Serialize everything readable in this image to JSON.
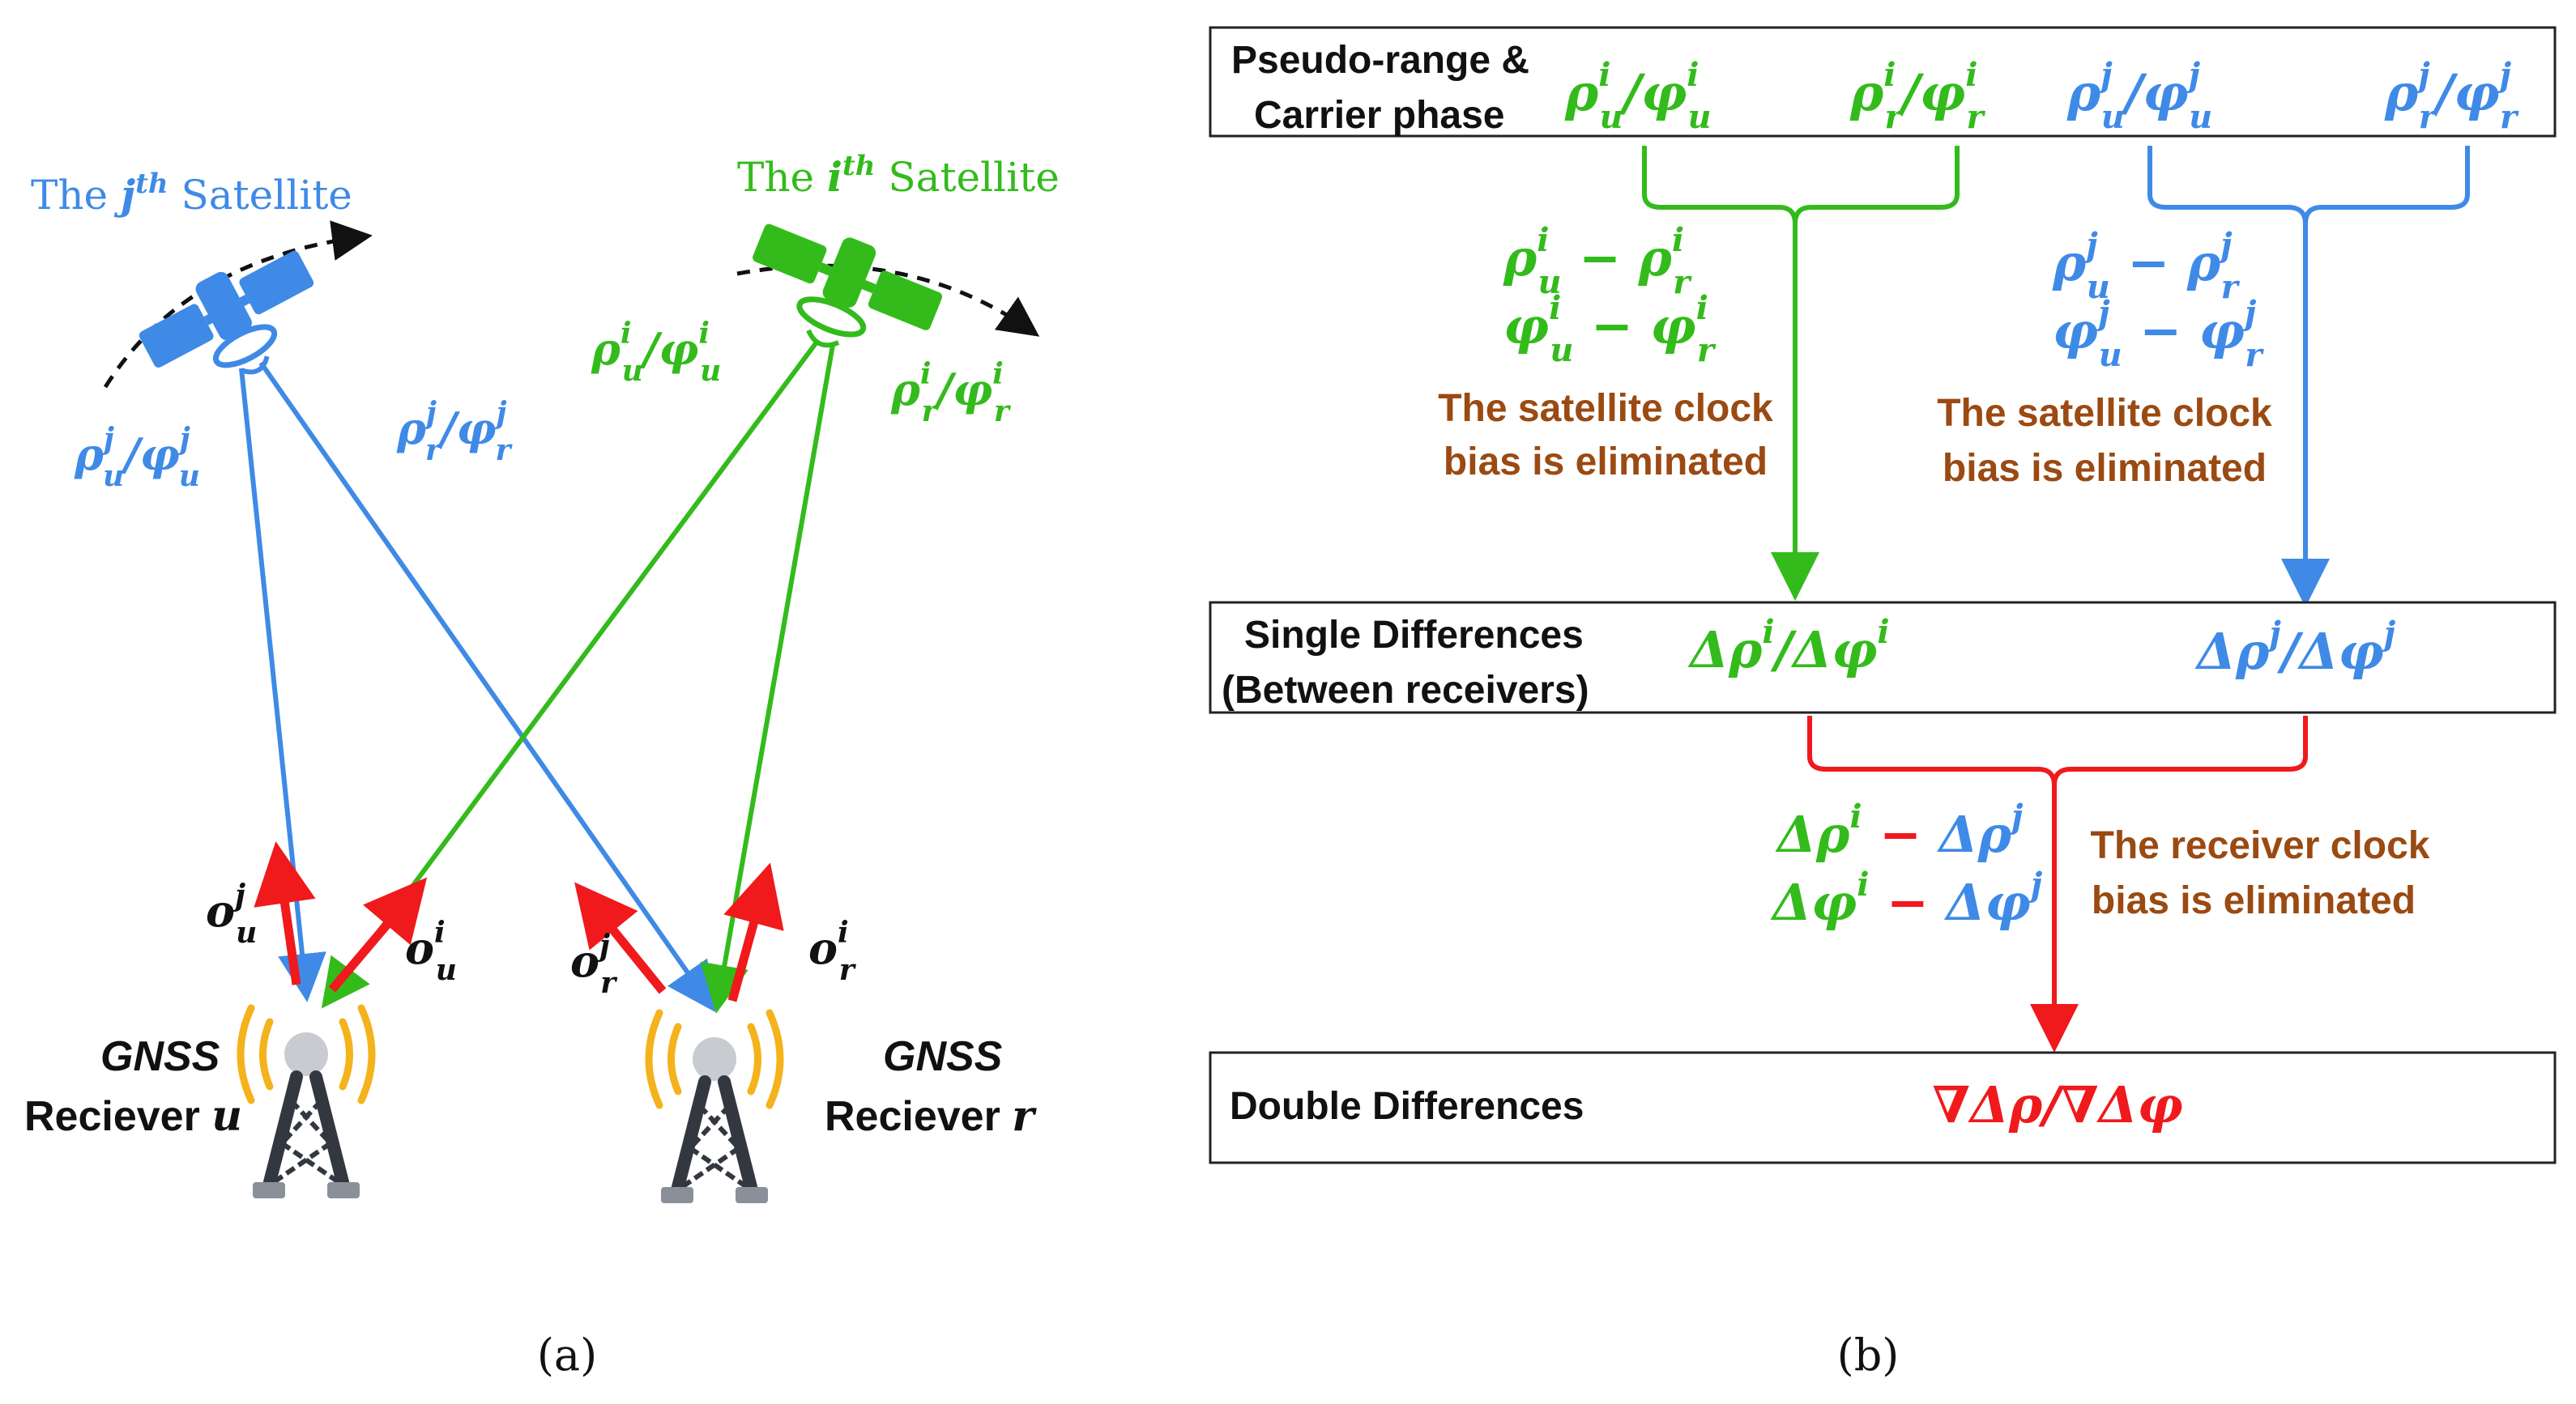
{
  "colors": {
    "blue": "#3f8ae6",
    "green": "#33bb1c",
    "red": "#f0191c",
    "brown": "#9a4a12",
    "black": "#111111",
    "antenna_wave": "#f4b21c",
    "tower": "#333740",
    "tower_base": "#8a9099"
  },
  "panel_a": {
    "caption": "(a)",
    "satellite_j": {
      "prefix": "The ",
      "sym": "j",
      "sup": "th",
      "suffix": " Satellite"
    },
    "satellite_i": {
      "prefix": "The ",
      "sym": "i",
      "sup": "th",
      "suffix": " Satellite"
    },
    "links": {
      "ju": {
        "a": "ρ",
        "b": "φ",
        "sup": "j",
        "sub": "u"
      },
      "jr": {
        "a": "ρ",
        "b": "φ",
        "sup": "j",
        "sub": "r"
      },
      "iu": {
        "a": "ρ",
        "b": "φ",
        "sup": "i",
        "sub": "u"
      },
      "ir": {
        "a": "ρ",
        "b": "φ",
        "sup": "i",
        "sub": "r"
      }
    },
    "orientations": {
      "oju": {
        "base": "o",
        "sup": "j",
        "sub": "u"
      },
      "oiu": {
        "base": "o",
        "sup": "i",
        "sub": "u"
      },
      "ojr": {
        "base": "o",
        "sup": "j",
        "sub": "r"
      },
      "oir": {
        "base": "o",
        "sup": "i",
        "sub": "r"
      }
    },
    "receiver_u": {
      "line1": "GNSS",
      "line2": "Reciever ",
      "sym": "u"
    },
    "receiver_r": {
      "line1": "GNSS",
      "line2": "Reciever ",
      "sym": "r"
    },
    "icons": [
      "satellite-icon",
      "receiver-tower-icon",
      "signal-wave-icon"
    ]
  },
  "panel_b": {
    "caption": "(b)",
    "box1": {
      "label_line1": "Pseudo-range &",
      "label_line2": "Carrier phase",
      "terms": [
        {
          "a": "ρ",
          "b": "φ",
          "sup": "i",
          "sub": "u"
        },
        {
          "a": "ρ",
          "b": "φ",
          "sup": "i",
          "sub": "r"
        },
        {
          "a": "ρ",
          "b": "φ",
          "sup": "j",
          "sub": "u"
        },
        {
          "a": "ρ",
          "b": "φ",
          "sup": "j",
          "sub": "r"
        }
      ]
    },
    "green_diff": {
      "row1": {
        "a": "ρ",
        "sup": "i",
        "sub1": "u",
        "sub2": "r"
      },
      "row2": {
        "a": "φ",
        "sup": "i",
        "sub1": "u",
        "sub2": "r"
      },
      "note_line1": "The satellite clock",
      "note_line2": "bias is eliminated"
    },
    "blue_diff": {
      "row1": {
        "a": "ρ",
        "sup": "j",
        "sub1": "u",
        "sub2": "r"
      },
      "row2": {
        "a": "φ",
        "sup": "j",
        "sub1": "u",
        "sub2": "r"
      },
      "note_line1": "The satellite clock",
      "note_line2": "bias is eliminated"
    },
    "box2": {
      "label_line1": "Single Differences",
      "label_line2": "(Between receivers)",
      "term_i": {
        "d": "Δ",
        "a": "ρ",
        "b": "φ",
        "sup": "i"
      },
      "term_j": {
        "d": "Δ",
        "a": "ρ",
        "b": "φ",
        "sup": "j"
      }
    },
    "red_diff": {
      "row1": {
        "d": "Δ",
        "a": "ρ",
        "sup_i": "i",
        "sup_j": "j"
      },
      "row2": {
        "d": "Δ",
        "a": "φ",
        "sup_i": "i",
        "sup_j": "j"
      },
      "note_line1": "The receiver clock",
      "note_line2": "bias is eliminated"
    },
    "box3": {
      "label": "Double Differences",
      "term": "∇Δρ/∇Δφ"
    }
  }
}
